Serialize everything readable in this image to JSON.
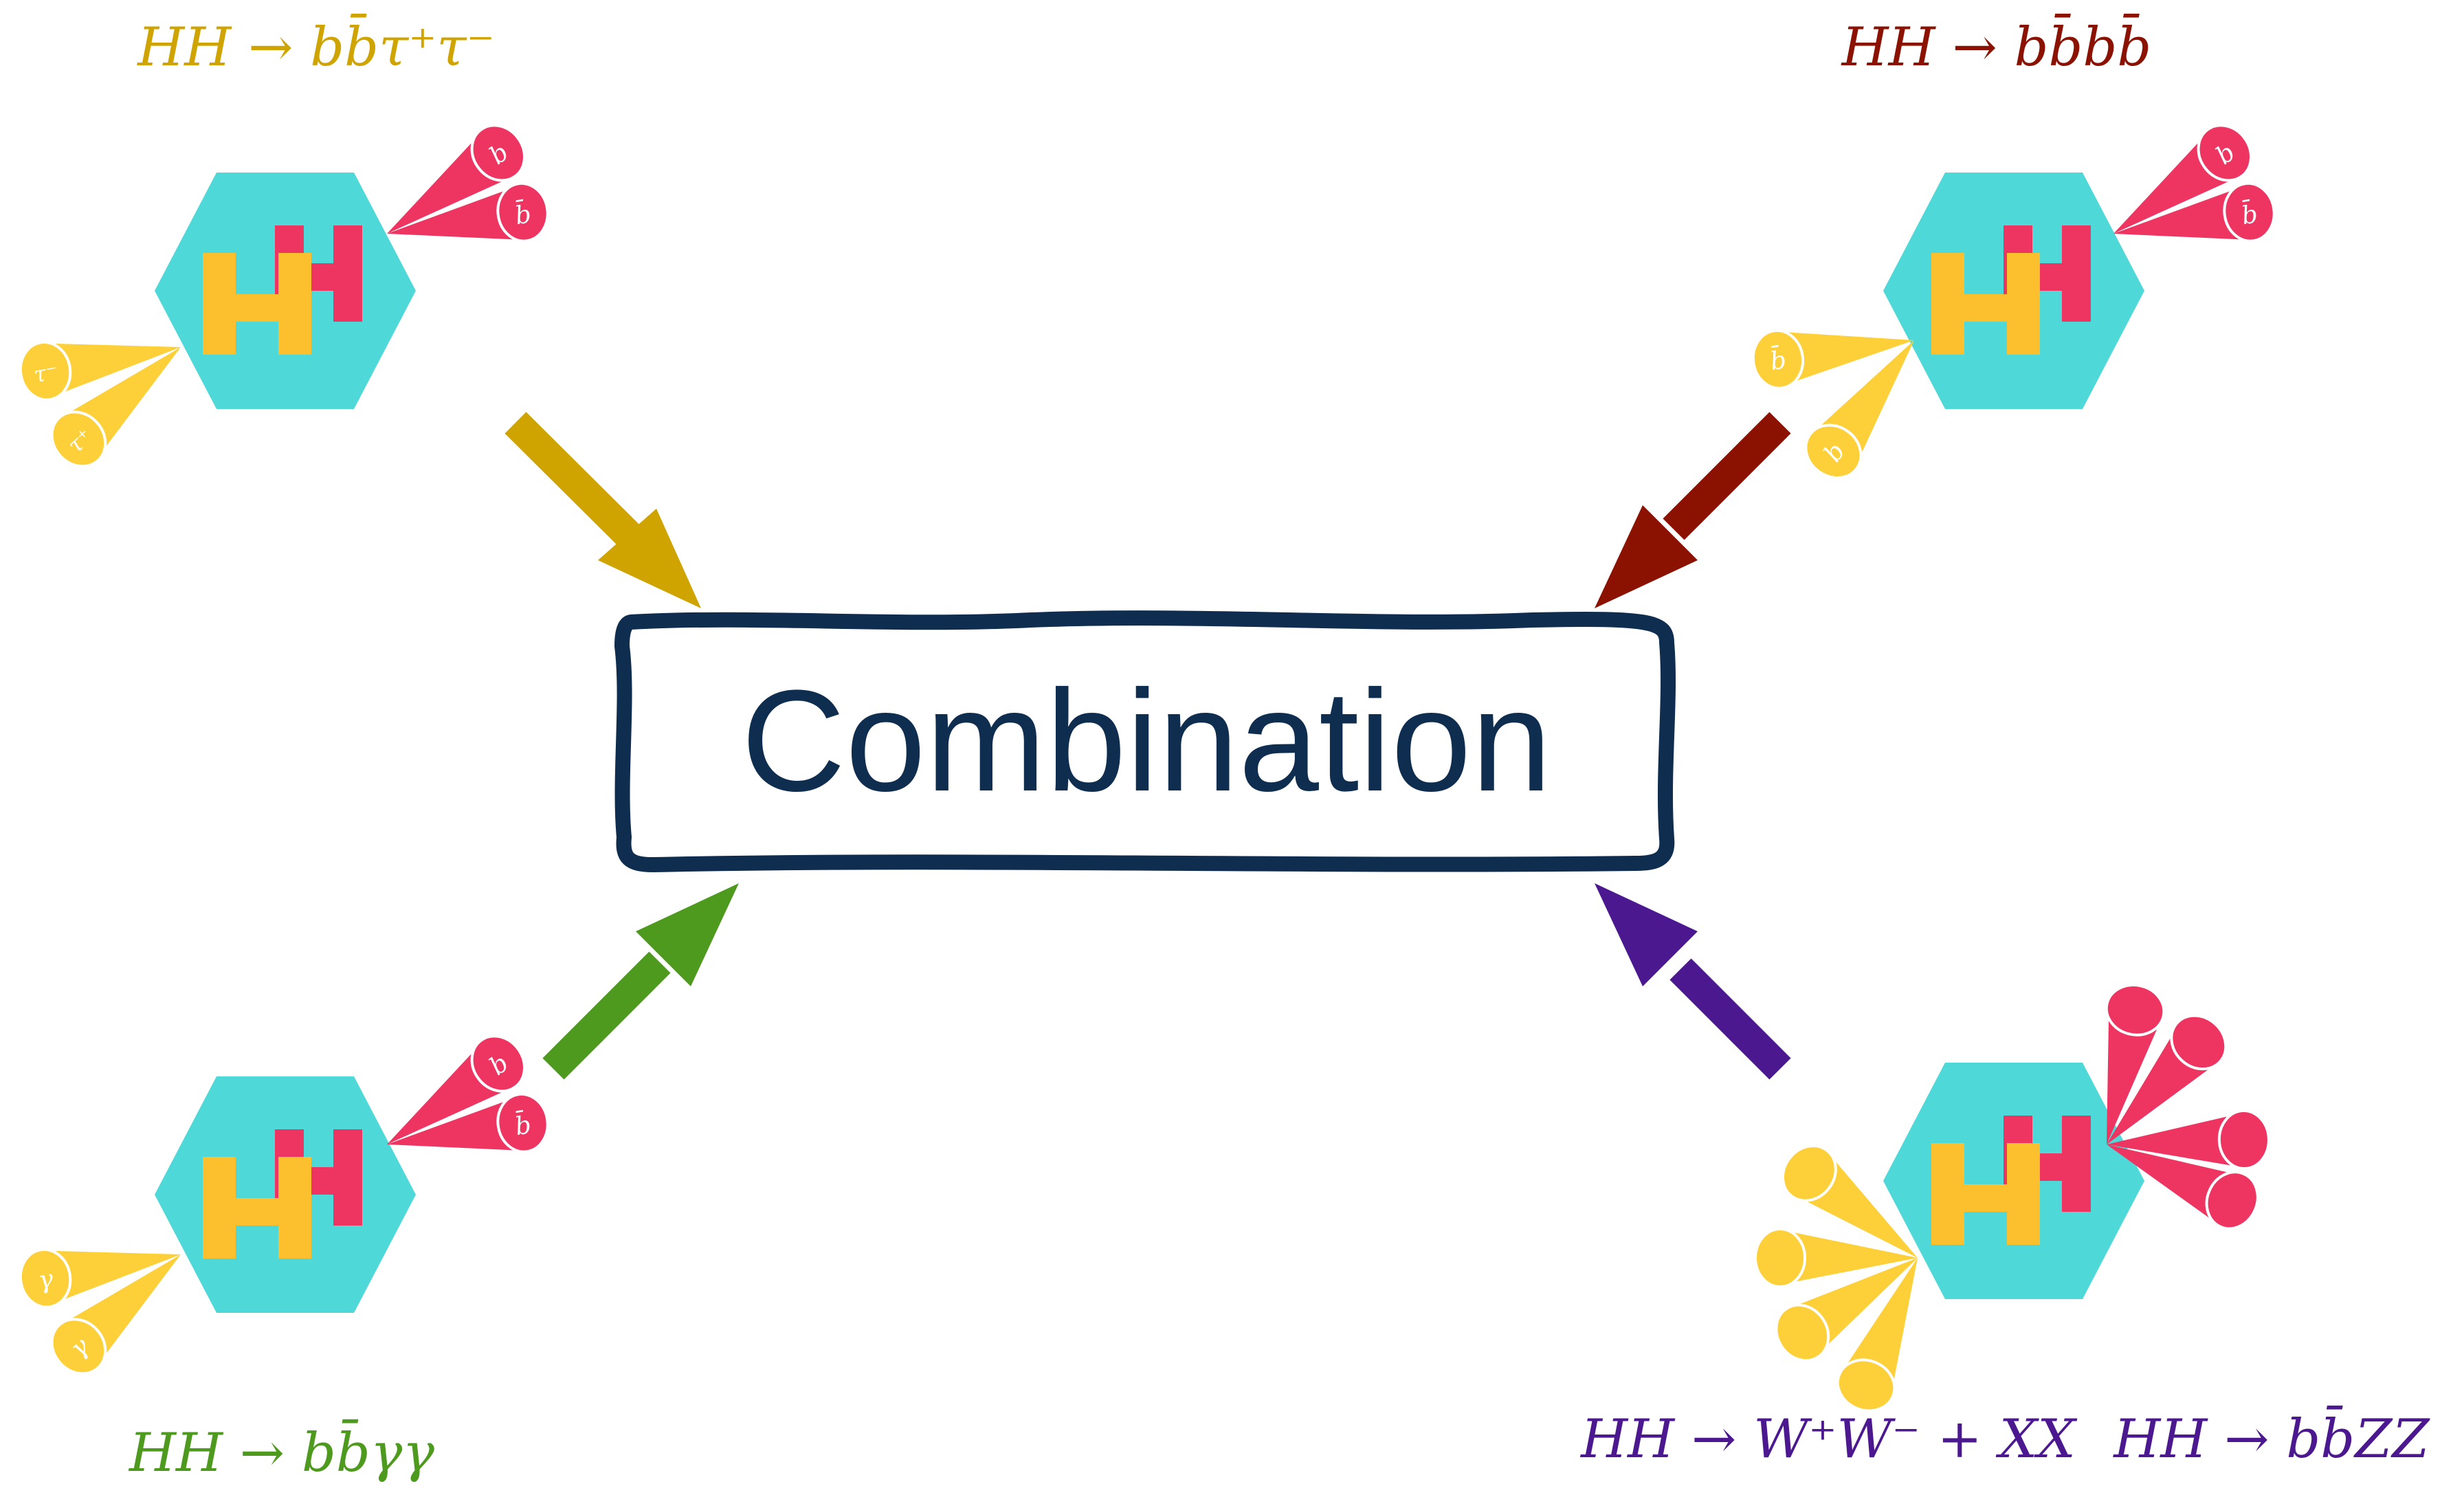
{
  "center": {
    "label": "Combination"
  },
  "channels": {
    "bbtautau": {
      "label": "HH → bb̄τ⁺τ⁻",
      "color": "#cfa400",
      "particles": {
        "b1": "b",
        "b2": "b̄",
        "t1": "τ⁻",
        "t2": "τ⁺"
      }
    },
    "bbbb": {
      "label": "HH → bb̄bb̄",
      "color": "#8b1100",
      "particles": {
        "b1": "b",
        "b2": "b̄",
        "b3": "b̄",
        "b4": "b"
      }
    },
    "bbgg": {
      "label": "HH → bb̄γγ",
      "color": "#4e9a1f",
      "particles": {
        "b1": "b",
        "b2": "b̄",
        "g1": "γ",
        "g2": "γ"
      }
    },
    "multilepton": {
      "label_ww": "HH → W⁺W⁻ + XX",
      "label_zz": "HH → bb̄ZZ",
      "color": "#4b1890"
    }
  },
  "colors": {
    "hexagon": "#4fd8d8",
    "h_yellow": "#fcc02f",
    "h_red": "#ee3461",
    "cone_red": "#ee3461",
    "cone_yellow": "#fdd03a",
    "box_stroke": "#0f2d4e",
    "text_dark": "#0f2d4e"
  }
}
